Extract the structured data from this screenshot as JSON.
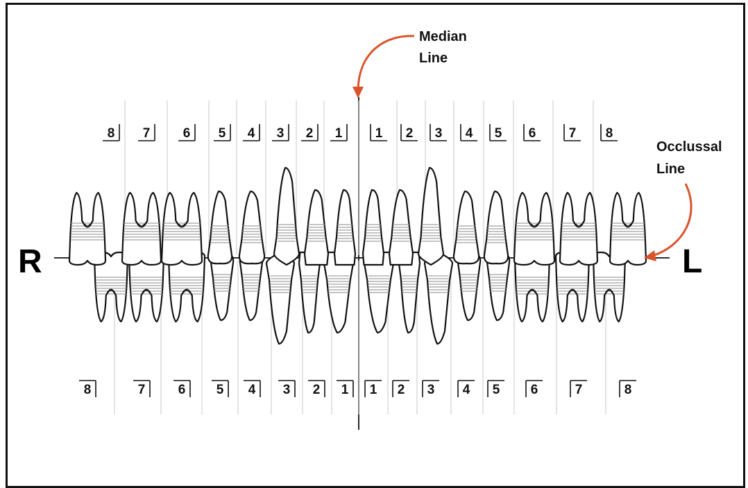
{
  "side_labels": {
    "right": "R",
    "left": "L"
  },
  "annotations": {
    "median_line": [
      "Median",
      "Line"
    ],
    "occlusal_line": [
      "Occlussal",
      "Line"
    ]
  },
  "upper_numbers": [
    "8",
    "7",
    "6",
    "5",
    "4",
    "3",
    "2",
    "1",
    "1",
    "2",
    "3",
    "4",
    "5",
    "6",
    "7",
    "8"
  ],
  "lower_numbers": [
    "8",
    "7",
    "6",
    "5",
    "4",
    "3",
    "2",
    "1",
    "1",
    "2",
    "3",
    "4",
    "5",
    "6",
    "7",
    "8"
  ],
  "colors": {
    "arrow": "#d9532b",
    "outline": "#111111",
    "divider": "#c8c8c8"
  }
}
